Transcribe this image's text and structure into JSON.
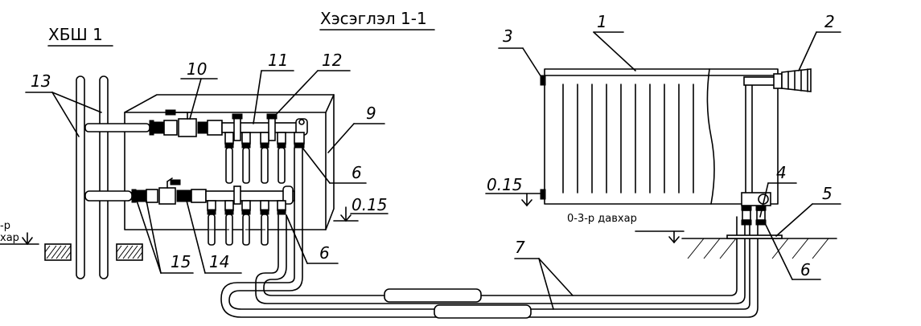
{
  "titles": {
    "left": "ХБШ 1",
    "center": "Хэсэглэл 1-1"
  },
  "levels": {
    "left_partial_line1": "-р",
    "left_partial_line2": "хар",
    "manifold": "0.15",
    "radiator": "0.15",
    "floor_note": "0-3-р давхар"
  },
  "callouts": {
    "c1": "1",
    "c2": "2",
    "c3": "3",
    "c4": "4",
    "c5": "5",
    "c6a": "6",
    "c6b": "6",
    "c6c": "6",
    "c7": "7",
    "c9": "9",
    "c10": "10",
    "c11": "11",
    "c12": "12",
    "c13": "13",
    "c14": "14",
    "c15": "15"
  }
}
